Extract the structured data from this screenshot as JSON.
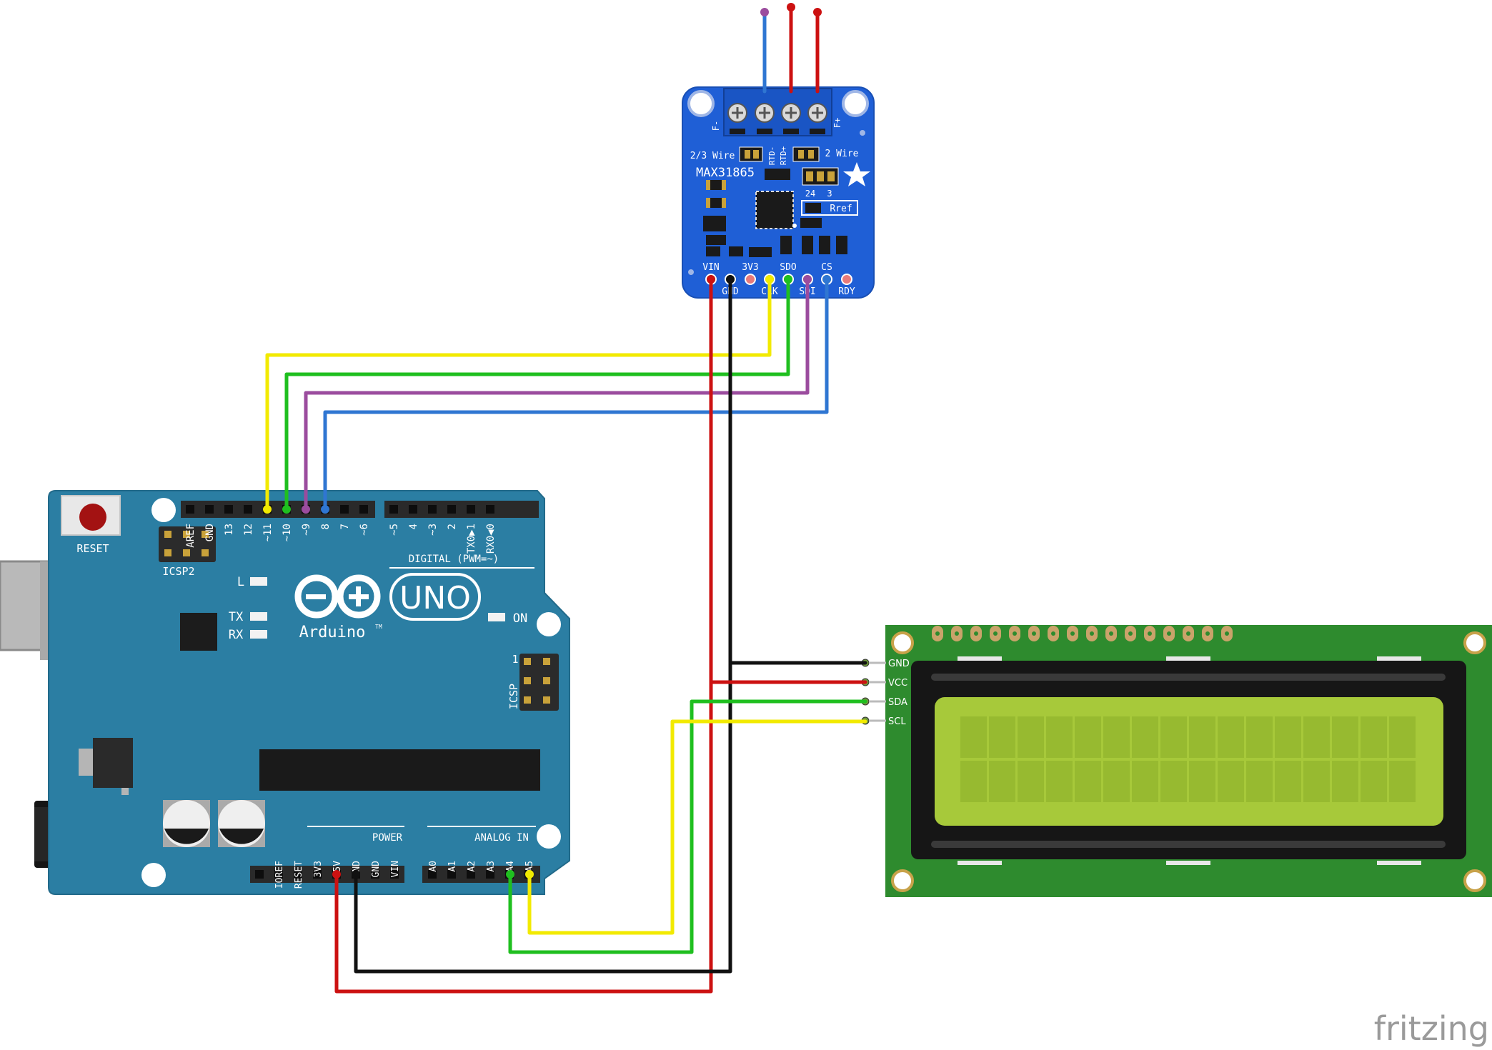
{
  "colors": {
    "arduino_board": "#2b7ea3",
    "max_board": "#1f5fd6",
    "lcd_pcb": "#2e8b2e",
    "lcd_glass": "#a7c93a",
    "wire_red": "#cc1111",
    "wire_black": "#111111",
    "wire_yellow": "#f2ea00",
    "wire_green": "#1fbf1f",
    "wire_purple": "#9b4c9e",
    "wire_blue": "#2f76d2"
  },
  "wire_icons": [
    "red-wire",
    "black-wire",
    "yellow-wire",
    "green-wire",
    "purple-wire",
    "blue-wire"
  ],
  "arduino": {
    "reset_label": "RESET",
    "icsp2_label": "ICSP2",
    "icsp_label": "ICSP",
    "icsp_pin1": "1",
    "digital_label": "DIGITAL (PWM=~)",
    "digital_pins": [
      "AREF",
      "GND",
      "13",
      "12",
      "~11",
      "~10",
      "~9",
      "8",
      "7",
      "~6",
      "~5",
      "4",
      "~3",
      "2",
      "TX0▶1",
      "RX0◀0"
    ],
    "led_l": "L",
    "led_tx": "TX",
    "led_rx": "RX",
    "led_on": "ON",
    "logo_word": "Arduino",
    "logo_tm": "TM",
    "model": "UNO",
    "power_label": "POWER",
    "power_pins": [
      "IOREF",
      "RESET",
      "3V3",
      "5V",
      "GND",
      "GND",
      "VIN"
    ],
    "analog_label": "ANALOG IN",
    "analog_pins": [
      "A0",
      "A1",
      "A2",
      "A3",
      "A4",
      "A5"
    ]
  },
  "max31865": {
    "chip_name": "MAX31865",
    "f_minus": "F-",
    "f_plus": "F+",
    "wire23": "2/3 Wire",
    "wire2": "2 Wire",
    "rtd_minus": "RTD-",
    "rtd_plus": "RTD+",
    "jumper_24": "24",
    "jumper_3": "3",
    "rref": "Rref",
    "top_pins": [
      "VIN",
      "3V3",
      "SDO",
      "CS"
    ],
    "bottom_pins": [
      "GND",
      "CLK",
      "SDI",
      "RDY"
    ]
  },
  "lcd": {
    "pins": [
      "GND",
      "VCC",
      "SDA",
      "SCL"
    ]
  },
  "watermark": "fritzing"
}
